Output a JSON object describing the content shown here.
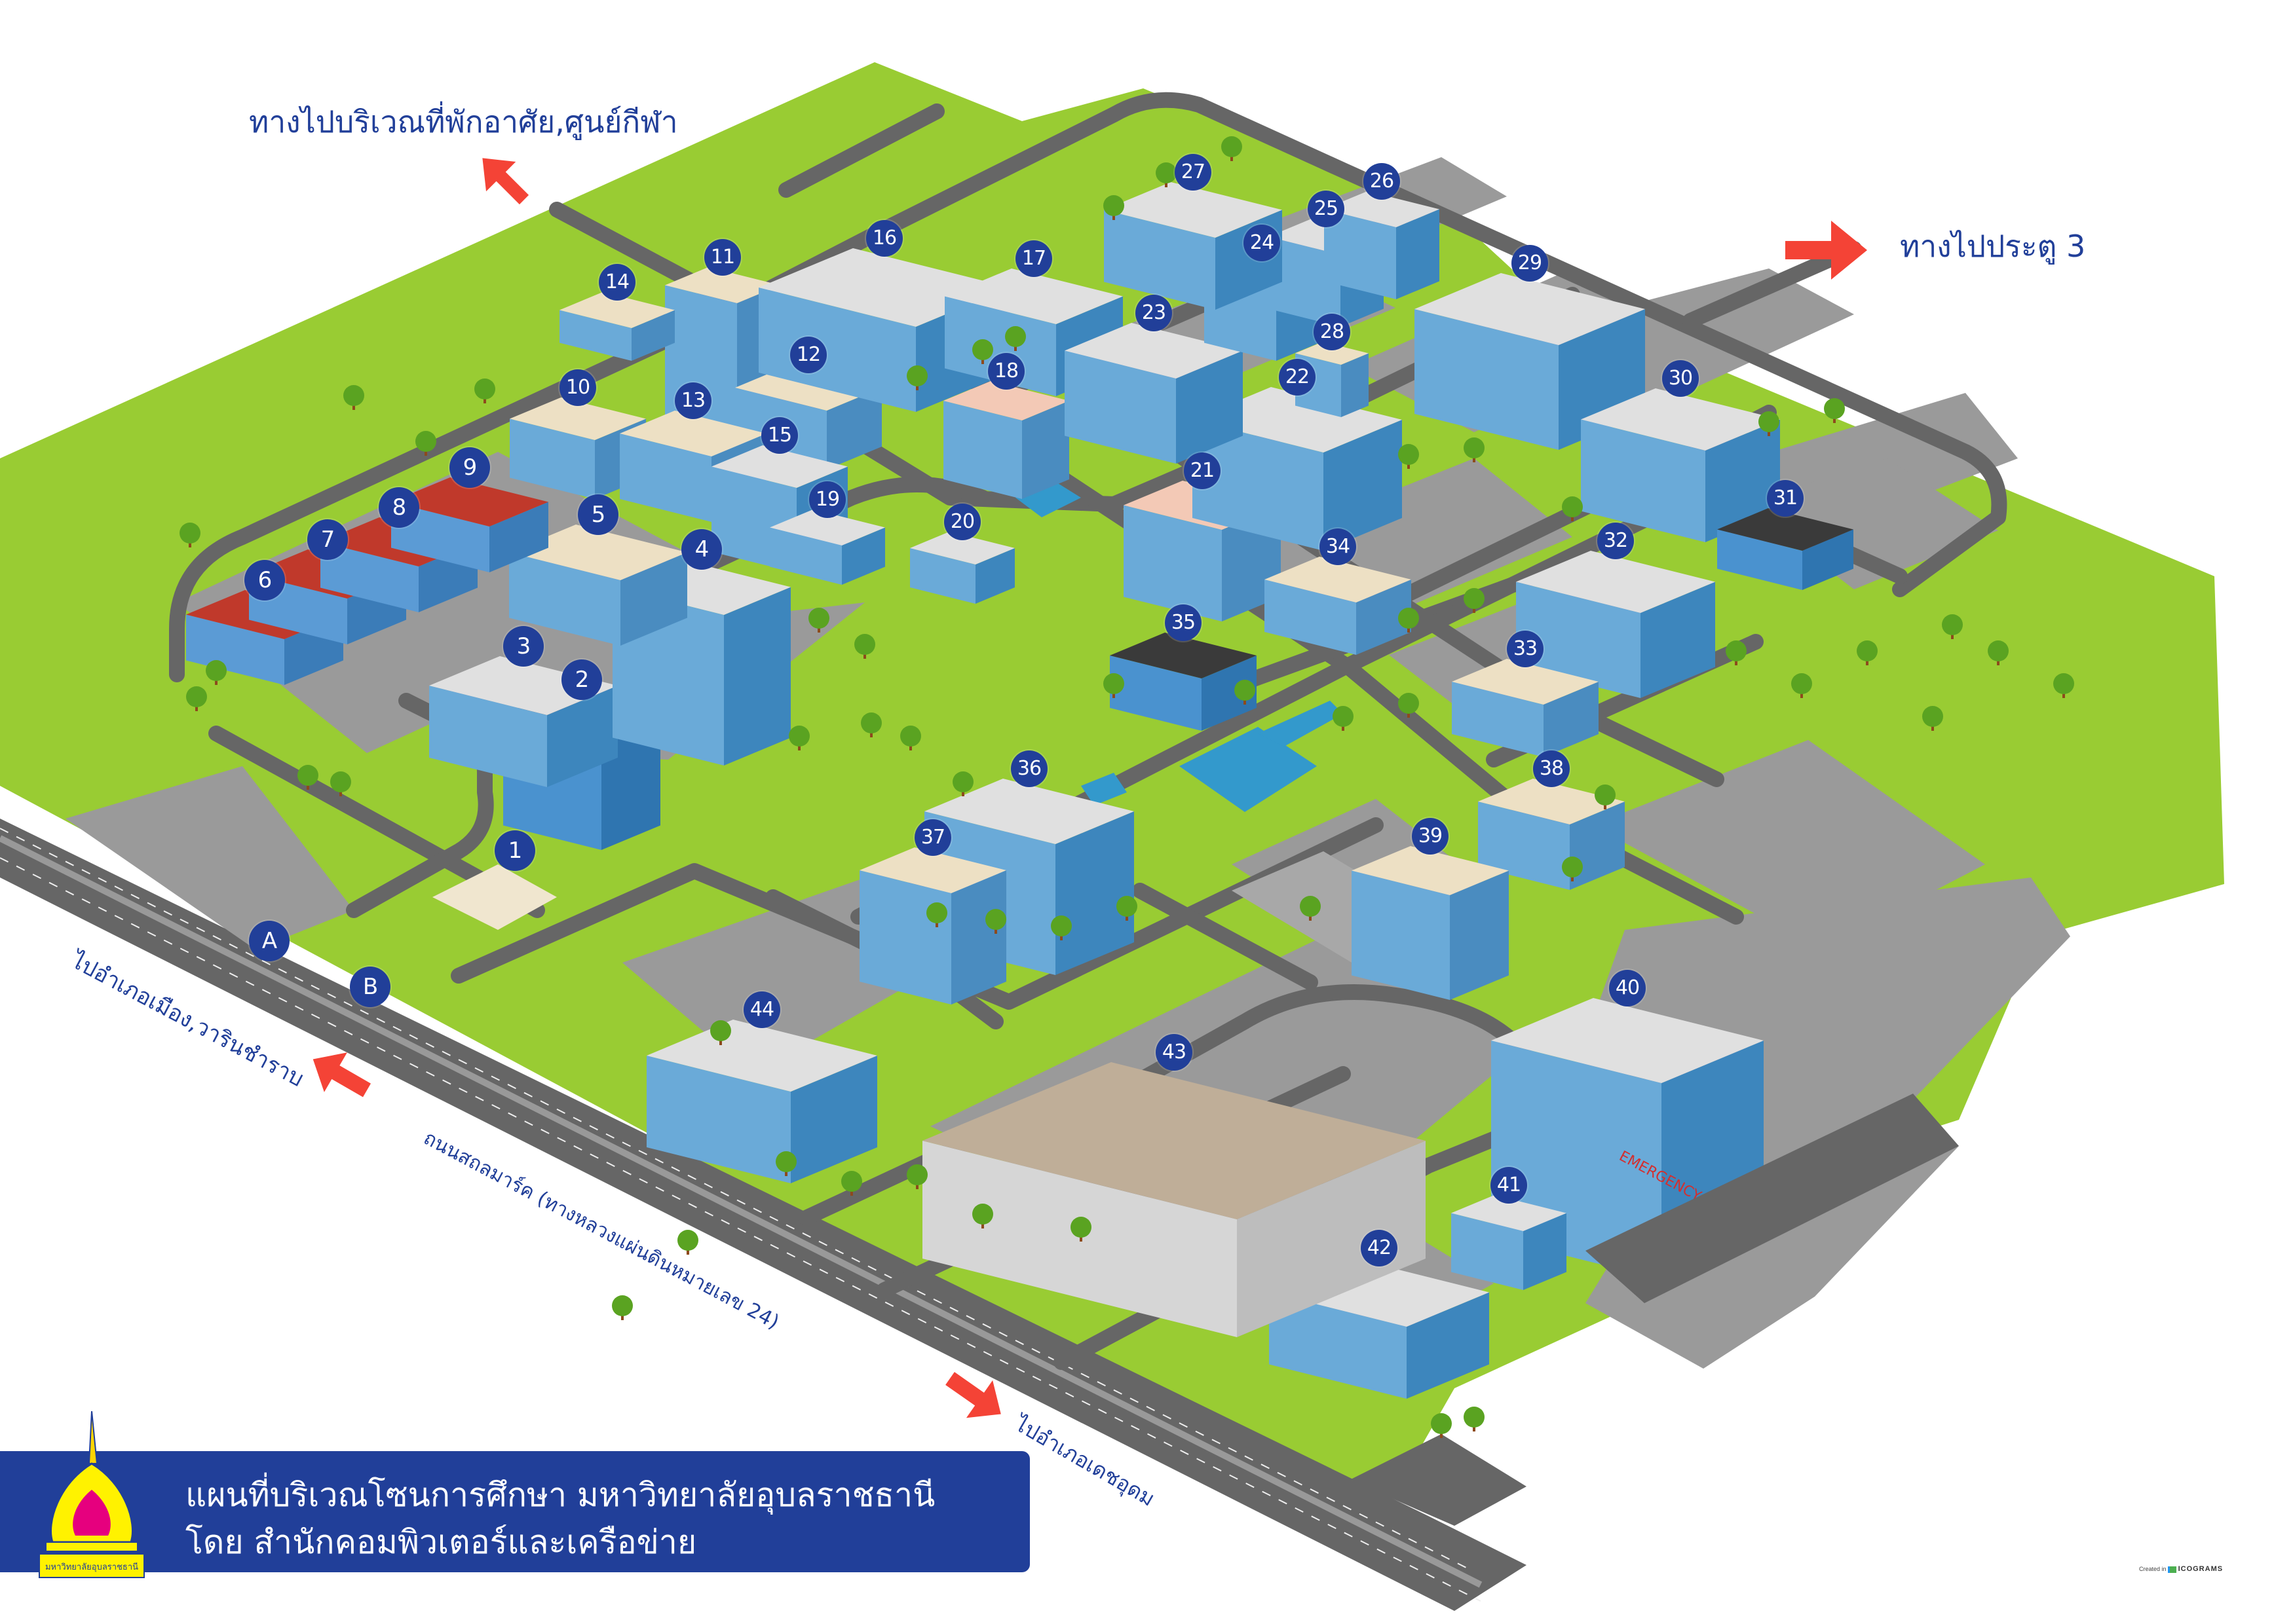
{
  "map": {
    "title_line1": "แผนที่บริเวณโซนการศึกษา มหาวิทยาลัยอุบลราชธานี",
    "title_line2": "โดย สำนักคอมพิวเตอร์และเครือข่าย",
    "logo_text": "มหาวิทยาลัยอุบลราชธานี",
    "credit_prefix": "Created in",
    "credit_brand": "ICOGRAMS"
  },
  "directions": {
    "to_dorm_sports": "ทางไปบริเวณที่พักอาศัย,ศูนย์กีฬา",
    "to_gate3": "ทางไปประตู 3",
    "to_mueang_warin": "ไปอำเภอเมือง,วารินชำราบ",
    "to_detudom": "ไปอำเภอเดชอุดม",
    "main_road": "ถนนสถลมาร์ค (ทางหลวงแผ่นดินหมายเลข 24)"
  },
  "markers": [
    {
      "id": "1",
      "label": "1"
    },
    {
      "id": "2",
      "label": "2"
    },
    {
      "id": "3",
      "label": "3"
    },
    {
      "id": "4",
      "label": "4"
    },
    {
      "id": "5",
      "label": "5"
    },
    {
      "id": "6",
      "label": "6"
    },
    {
      "id": "7",
      "label": "7"
    },
    {
      "id": "8",
      "label": "8"
    },
    {
      "id": "9",
      "label": "9"
    },
    {
      "id": "10",
      "label": "10"
    },
    {
      "id": "11",
      "label": "11"
    },
    {
      "id": "12",
      "label": "12"
    },
    {
      "id": "13",
      "label": "13"
    },
    {
      "id": "14",
      "label": "14"
    },
    {
      "id": "15",
      "label": "15"
    },
    {
      "id": "16",
      "label": "16"
    },
    {
      "id": "17",
      "label": "17"
    },
    {
      "id": "18",
      "label": "18"
    },
    {
      "id": "19",
      "label": "19"
    },
    {
      "id": "20",
      "label": "20"
    },
    {
      "id": "21",
      "label": "21"
    },
    {
      "id": "22",
      "label": "22"
    },
    {
      "id": "23",
      "label": "23"
    },
    {
      "id": "24",
      "label": "24"
    },
    {
      "id": "25",
      "label": "25"
    },
    {
      "id": "26",
      "label": "26"
    },
    {
      "id": "27",
      "label": "27"
    },
    {
      "id": "28",
      "label": "28"
    },
    {
      "id": "29",
      "label": "29"
    },
    {
      "id": "30",
      "label": "30"
    },
    {
      "id": "31",
      "label": "31"
    },
    {
      "id": "32",
      "label": "32"
    },
    {
      "id": "33",
      "label": "33"
    },
    {
      "id": "34",
      "label": "34"
    },
    {
      "id": "35",
      "label": "35"
    },
    {
      "id": "36",
      "label": "36"
    },
    {
      "id": "37",
      "label": "37"
    },
    {
      "id": "38",
      "label": "38"
    },
    {
      "id": "39",
      "label": "39"
    },
    {
      "id": "40",
      "label": "40"
    },
    {
      "id": "41",
      "label": "41"
    },
    {
      "id": "42",
      "label": "42"
    },
    {
      "id": "43",
      "label": "43"
    },
    {
      "id": "44",
      "label": "44"
    },
    {
      "id": "A",
      "label": "A"
    },
    {
      "id": "B",
      "label": "B"
    }
  ],
  "building_signs": {
    "hospital": "EMERGENCY"
  },
  "colors": {
    "grass": "#99cc33",
    "road": "#666666",
    "pavement": "#999999",
    "marker": "#213f99",
    "arrow": "#f44336",
    "text": "#213f99",
    "water": "#3399cc"
  }
}
